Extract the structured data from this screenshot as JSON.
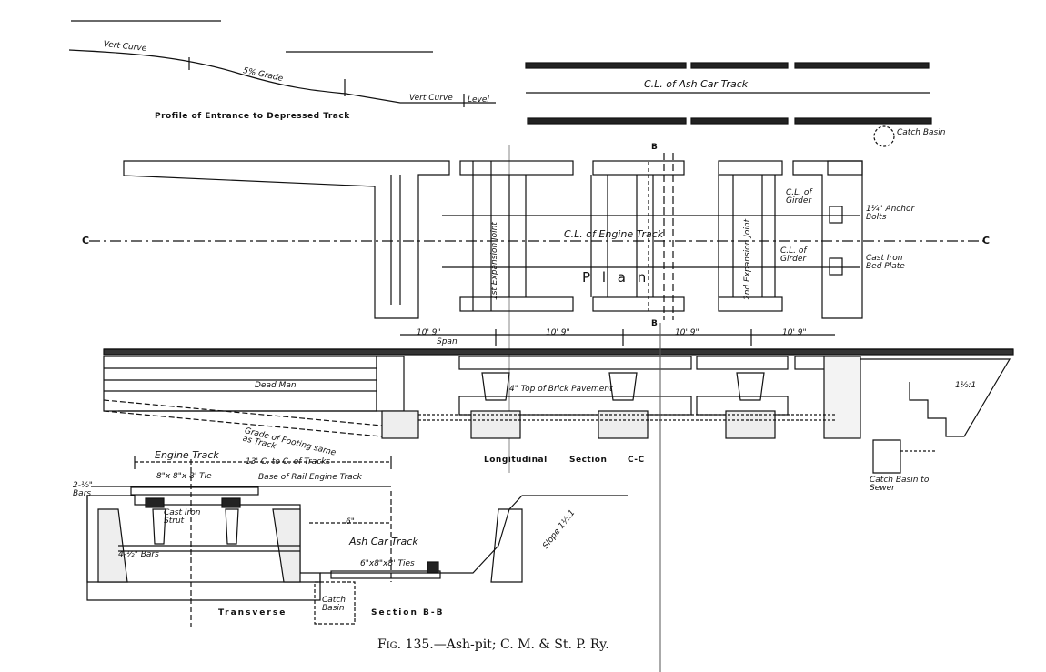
{
  "profile": {
    "vert_curve_1": "Vert Curve",
    "grade": "5% Grade",
    "vert_curve_2": "Vert Curve",
    "level": "Level",
    "title": "Profile of Entrance to Depressed Track"
  },
  "ash_track_plan": {
    "cl_label": "C.L. of Ash Car Track",
    "catch_basin": "Catch Basin"
  },
  "plan": {
    "section_mark_top": "B",
    "section_mark_bottom": "B",
    "section_c_left": "C",
    "section_c_right": "C",
    "cl_engine_track": "C.L. of Engine Track",
    "joint_1": "1st Expansion Joint",
    "joint_2": "2nd Expansion Joint",
    "cl_girder_1": "C.L. of Girder",
    "cl_girder_2": "C.L. of Girder",
    "anchor_bolts": "1¼\" Anchor Bolts",
    "bed_plate": "Cast Iron Bed Plate",
    "plan_label": "P l a n"
  },
  "longitudinal": {
    "dims": [
      "10' 9\"",
      "10' 9\"",
      "10' 9\"",
      "10' 9\""
    ],
    "span": "Span",
    "dead_man": "Dead Man",
    "brick_pavement": "4\" Top of Brick Pavement",
    "grade_footing": "Grade of Footing same as Track",
    "slope": "1½:1",
    "title": "Longitudinal",
    "title2": "Section",
    "cc": "C-C",
    "catch_basin_sewer": "Catch Basin to Sewer"
  },
  "transverse": {
    "engine_track": "Engine Track",
    "cc_tracks": "13' C. to C. of Tracks",
    "tie": "8\"x 8\"x 8' Tie",
    "base_rail": "Base of Rail Engine Track",
    "bars_top": "2-½\" Bars",
    "cast_iron_strut": "Cast Iron Strut",
    "six_in": "6\"",
    "bars_bottom": "4-½\" Bars",
    "ash_car_track": "Ash Car Track",
    "ash_ties": "6\"x8\"x8' Ties",
    "slope": "Slope 1½:1",
    "catch_basin": "Catch Basin",
    "title": "Transverse",
    "title2": "Section B-B"
  },
  "caption": {
    "fig": "Fig. 135.",
    "text": "—Ash-pit; C. M. & St. P. Ry."
  }
}
